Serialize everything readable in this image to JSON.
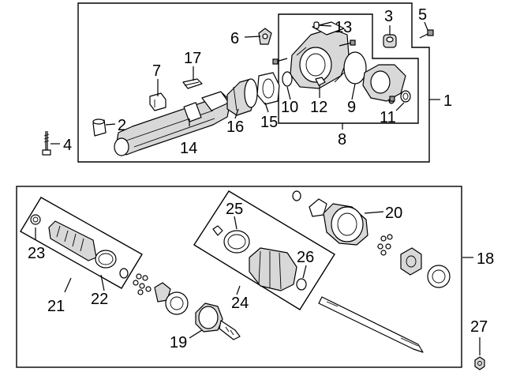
{
  "diagram": {
    "callouts": [
      {
        "id": "c1",
        "text": "1"
      },
      {
        "id": "c2",
        "text": "2"
      },
      {
        "id": "c3",
        "text": "3"
      },
      {
        "id": "c4",
        "text": "4"
      },
      {
        "id": "c5",
        "text": "5"
      },
      {
        "id": "c6",
        "text": "6"
      },
      {
        "id": "c7",
        "text": "7"
      },
      {
        "id": "c8",
        "text": "8"
      },
      {
        "id": "c9",
        "text": "9"
      },
      {
        "id": "c10",
        "text": "10"
      },
      {
        "id": "c11",
        "text": "11"
      },
      {
        "id": "c12",
        "text": "12"
      },
      {
        "id": "c13",
        "text": "13"
      },
      {
        "id": "c14",
        "text": "14"
      },
      {
        "id": "c15",
        "text": "15"
      },
      {
        "id": "c16",
        "text": "16"
      },
      {
        "id": "c17",
        "text": "17"
      },
      {
        "id": "c18",
        "text": "18"
      },
      {
        "id": "c19",
        "text": "19"
      },
      {
        "id": "c20",
        "text": "20"
      },
      {
        "id": "c21",
        "text": "21"
      },
      {
        "id": "c22",
        "text": "22"
      },
      {
        "id": "c23",
        "text": "23"
      },
      {
        "id": "c24",
        "text": "24"
      },
      {
        "id": "c25",
        "text": "25"
      },
      {
        "id": "c26",
        "text": "26"
      },
      {
        "id": "c27",
        "text": "27"
      }
    ]
  }
}
